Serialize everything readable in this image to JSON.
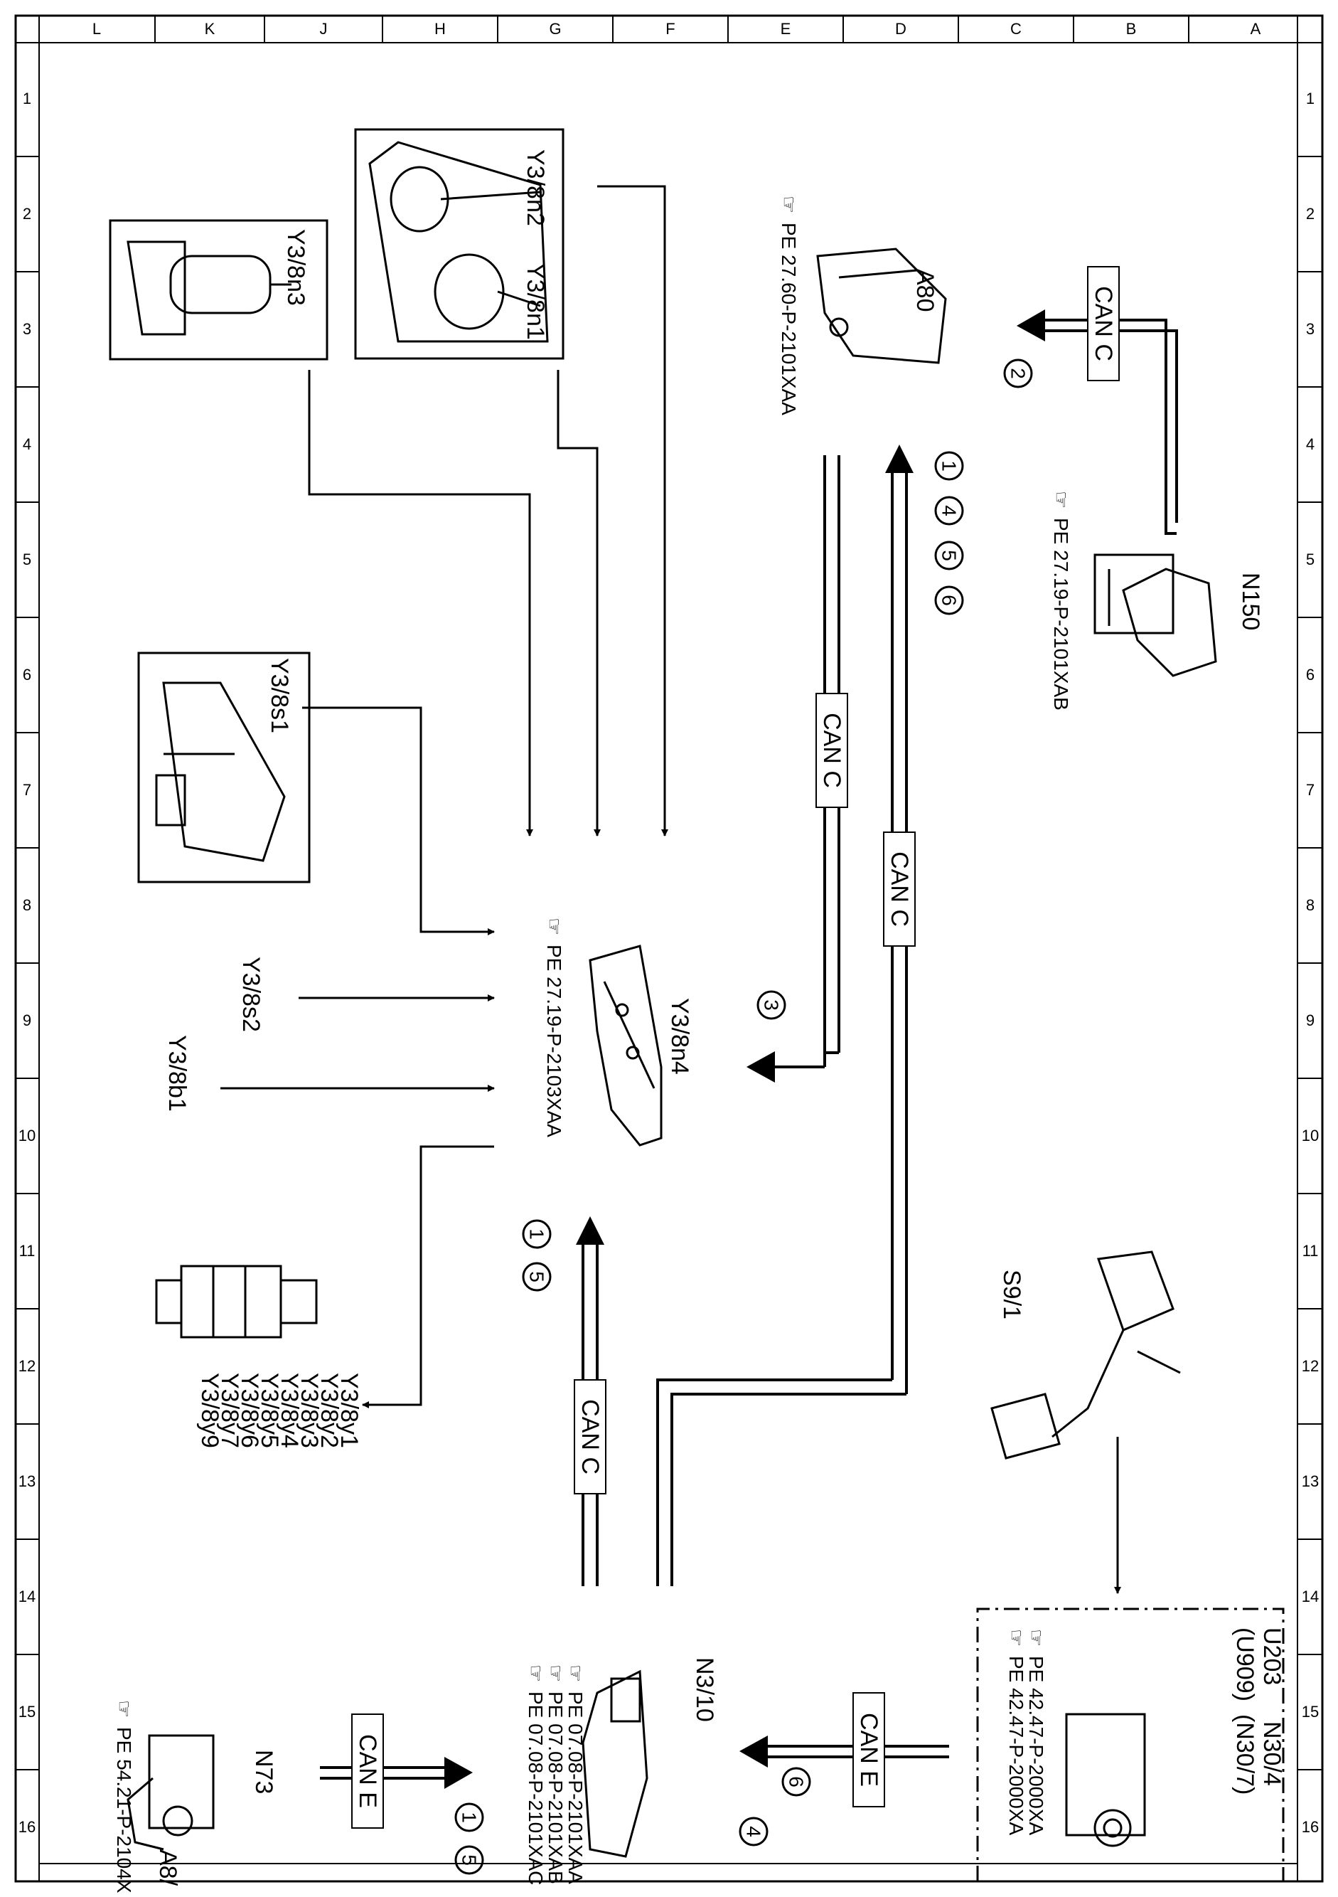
{
  "grid": {
    "columns": [
      "A",
      "B",
      "C",
      "D",
      "E",
      "F",
      "G",
      "H",
      "J",
      "K",
      "L"
    ],
    "rows": [
      "1",
      "2",
      "3",
      "4",
      "5",
      "6",
      "7",
      "8",
      "9",
      "10",
      "11",
      "12",
      "13",
      "14",
      "15",
      "16"
    ]
  },
  "components": {
    "y38n2": "Y3/8n2",
    "y38n1": "Y3/8n1",
    "y38n3": "Y3/8n3",
    "a80": "A80",
    "a80_ref": "PE 27.60-P-2101XAA",
    "n150": "N150",
    "n150_ref": "PE 27.19-P-2101XAB",
    "y38s1": "Y3/8s1",
    "y38s2": "Y3/8s2",
    "y38b1": "Y3/8b1",
    "y38n4": "Y3/8n4",
    "y38n4_ref": "PE 27.19-P-2103XAA",
    "s91": "S9/1",
    "valves": [
      "Y3/8y1",
      "Y3/8y2",
      "Y3/8y3",
      "Y3/8y4",
      "Y3/8y5",
      "Y3/8y6",
      "Y3/8y7",
      "Y3/8y9"
    ],
    "n310": "N3/10",
    "n310_refs": [
      "PE 07.08-P-2101XAA",
      "PE 07.08-P-2101XAB",
      "PE 07.08-P-2101XAC"
    ],
    "n73": "N73",
    "n73_ref": "PE 54.21-P-2104X",
    "a8": "A8/",
    "u203": "U203",
    "u909": "(U909)",
    "n304": "N30/4",
    "n307": "(N30/7)",
    "n304_refs": [
      "PE 42.47-P-2000XA",
      "PE 42.47-P-2000XA"
    ]
  },
  "bus": {
    "can_c": "CAN C",
    "can_e": "CAN E"
  },
  "circles": {
    "a80_in": [
      "2"
    ],
    "a80_out": [
      "1",
      "4",
      "5",
      "6"
    ],
    "n4_in": [
      "3"
    ],
    "n4_up": [
      "1",
      "5"
    ],
    "n310_in": [
      "6",
      "4"
    ],
    "n310_from_n73": [
      "1",
      "5"
    ]
  },
  "colors": {
    "ink": "#000000",
    "paper": "#ffffff"
  }
}
